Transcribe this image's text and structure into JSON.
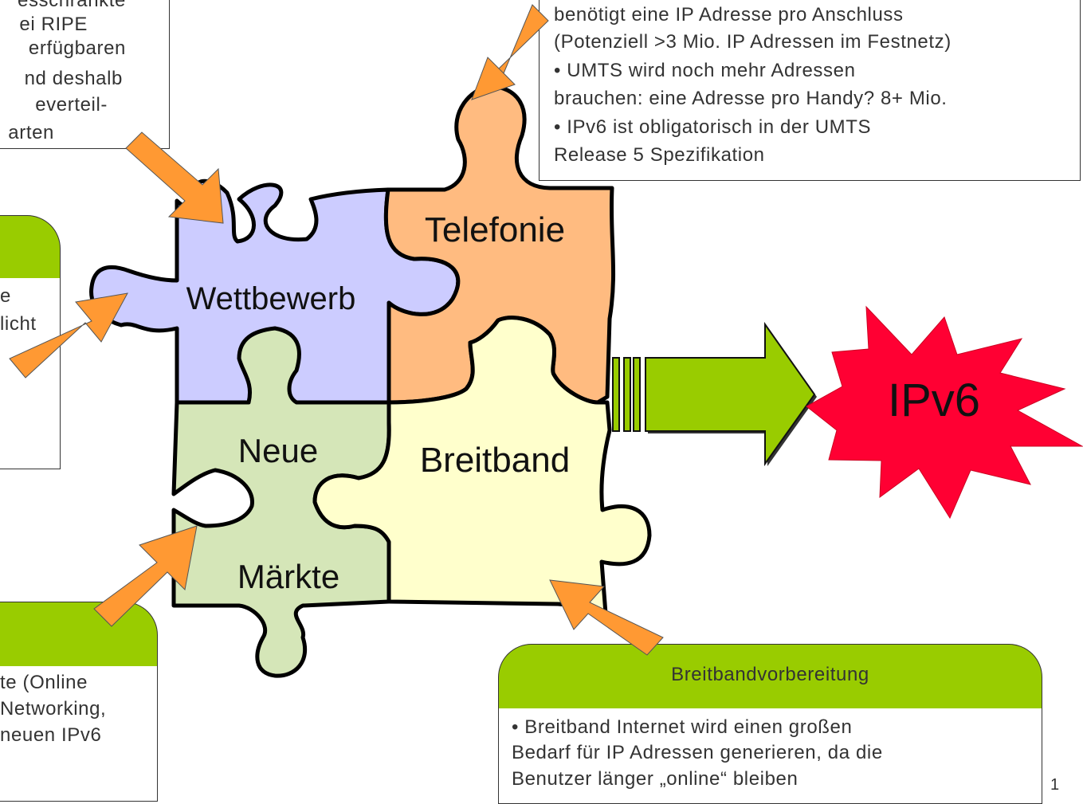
{
  "colors": {
    "wettbewerb": "#ccccff",
    "telefonie": "#ffbb80",
    "neue_maerkte": "#d5e6b8",
    "breitband": "#ffffcc",
    "arrow_orange": "#ff9933",
    "arrow_green": "#99cc00",
    "star_red": "#ff0033",
    "header_green": "#99cc00"
  },
  "puzzle": {
    "wettbewerb": "Wettbewerb",
    "telefonie": "Telefonie",
    "neue": "Neue",
    "maerkte": "Märkte",
    "breitband": "Breitband"
  },
  "ipv6_label": "IPv6",
  "box_top_left": {
    "lines": [
      "esschränkte",
      "ei RIPE",
      "erfügbaren",
      "nd deshalb",
      "everteil-",
      "arten"
    ]
  },
  "box_mid_left": {
    "lines": [
      "e",
      "licht"
    ]
  },
  "box_bottom_left": {
    "lines": [
      "te (Online",
      "Networking,",
      "neuen IPv6"
    ]
  },
  "box_top_right": {
    "lines": [
      "benötigt eine IP Adresse pro Anschluss",
      "(Potenziell >3 Mio. IP Adressen im Festnetz)",
      "•  UMTS wird noch mehr Adressen",
      "brauchen: eine Adresse pro Handy? 8+ Mio.",
      "•  IPv6 ist obligatorisch in der UMTS",
      "Release 5 Spezifikation"
    ]
  },
  "box_breitband": {
    "header": "Breitbandvorbereitung",
    "lines": [
      "•  Breitband Internet wird einen großen",
      "Bedarf für IP Adressen generieren, da die",
      "Benutzer länger „online“ bleiben"
    ]
  },
  "page_number": "1"
}
